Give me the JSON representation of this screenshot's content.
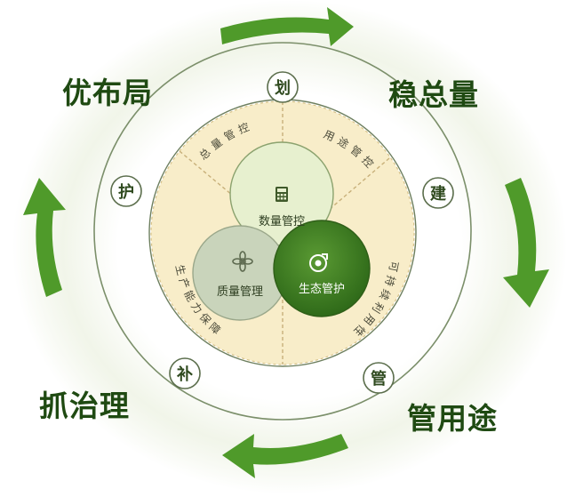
{
  "corners": {
    "top_left": "优布局",
    "top_right": "稳总量",
    "bottom_left": "抓治理",
    "bottom_right": "管用途"
  },
  "ring_badges": {
    "top": "划",
    "right": "建",
    "bottom_right": "管",
    "bottom_left": "补",
    "left": "护"
  },
  "circles": {
    "quantity": "数量管控",
    "quality": "质量管理",
    "ecology": "生态管护"
  },
  "arc_labels": {
    "total": "总量管控",
    "usage": "用途管控",
    "capacity": "生产能力保障",
    "sustainable": "可持续利用性"
  },
  "colors": {
    "dark_green": "#3f7f22",
    "arrow_green": "#4f9a2a",
    "pale_yellow": "#f8edc9",
    "light_green_circle": "#e7f0cf",
    "gray_green_circle": "#c9d4bb"
  },
  "icons": [
    "calculator-icon",
    "leaf-icon",
    "target-icon",
    "arrow-icon"
  ]
}
